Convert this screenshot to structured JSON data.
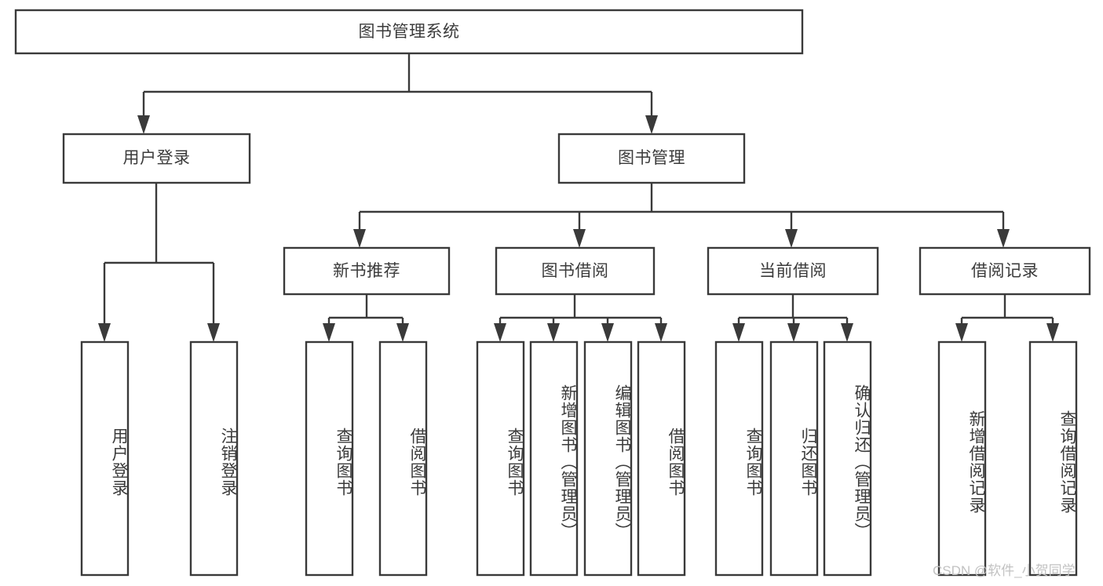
{
  "diagram": {
    "type": "tree-hierarchy",
    "title": "图书管理系统",
    "watermark": "CSDN @软件_小贺同学",
    "colors": {
      "box_stroke": "#3a3a3a",
      "box_fill": "#ffffff",
      "text": "#3b3b3b",
      "connector": "#3a3a3a",
      "watermark": "#c2c2c2",
      "background": "#ffffff"
    },
    "root": {
      "label": "图书管理系统"
    },
    "level2": [
      {
        "label": "用户登录"
      },
      {
        "label": "图书管理"
      }
    ],
    "level3": [
      {
        "label": "新书推荐"
      },
      {
        "label": "图书借阅"
      },
      {
        "label": "当前借阅"
      },
      {
        "label": "借阅记录"
      }
    ],
    "leaves": {
      "user_login": [
        {
          "label": "用户登录"
        },
        {
          "label": "注销登录"
        }
      ],
      "new_book_recommend": [
        {
          "label": "查询图书"
        },
        {
          "label": "借阅图书"
        }
      ],
      "book_borrow": [
        {
          "label": "查询图书"
        },
        {
          "label": "新增图书（管理员）"
        },
        {
          "label": "编辑图书（管理员）"
        },
        {
          "label": "借阅图书"
        }
      ],
      "current_borrow": [
        {
          "label": "查询图书"
        },
        {
          "label": "归还图书"
        },
        {
          "label": "确认归还（管理员）"
        }
      ],
      "borrow_record": [
        {
          "label": "新增借阅记录"
        },
        {
          "label": "查询借阅记录"
        }
      ]
    }
  }
}
